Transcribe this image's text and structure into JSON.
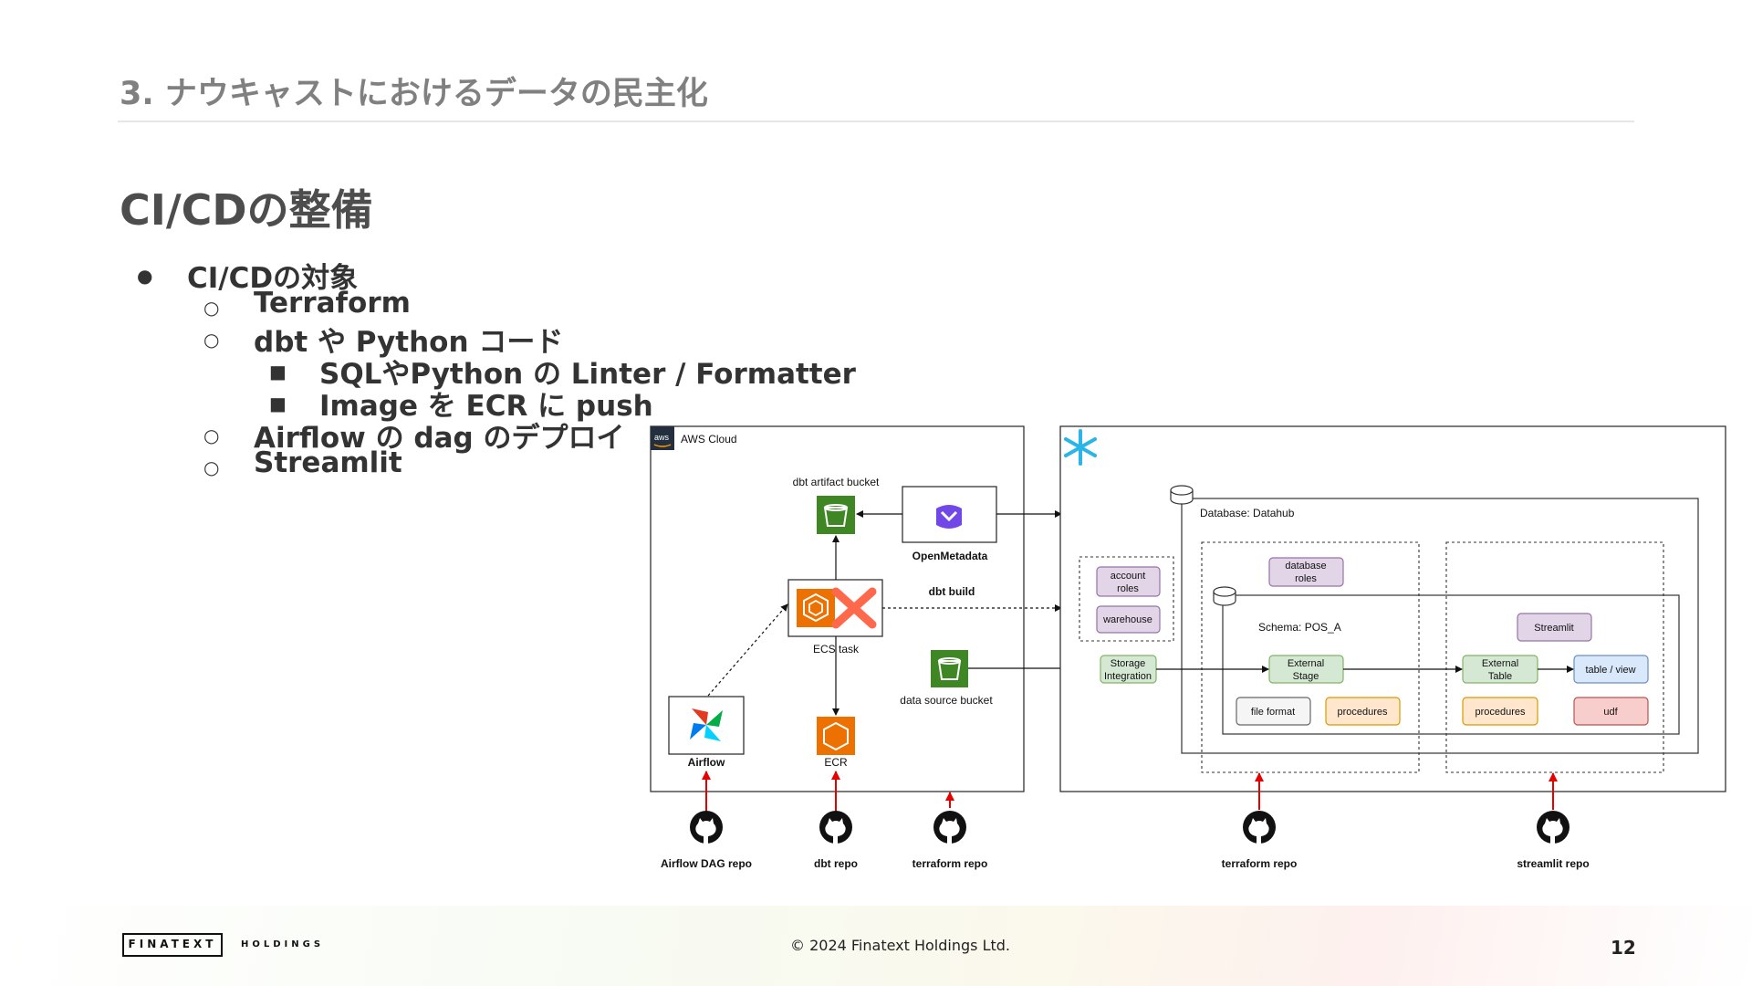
{
  "header": {
    "section_title": "3. ナウキャストにおけるデータの民主化",
    "slide_title": "CI/CDの整備"
  },
  "bullets": [
    {
      "level": 1,
      "text": "CI/CDの対象"
    },
    {
      "level": 2,
      "text": "Terraform"
    },
    {
      "level": 2,
      "text": "dbt や Python コード"
    },
    {
      "level": 3,
      "text": "SQLやPython の Linter / Formatter"
    },
    {
      "level": 3,
      "text": "Image を ECR に push"
    },
    {
      "level": 2,
      "text": "Airflow の dag のデプロイ"
    },
    {
      "level": 2,
      "text": "Streamlit"
    }
  ],
  "diagram": {
    "aws": {
      "cloud_label": "AWS Cloud",
      "aws_badge": "aws",
      "dbt_artifact_bucket": "dbt artifact bucket",
      "openmetadata": "OpenMetadata",
      "dbt_build": "dbt build",
      "ecs_task": "ECS task",
      "data_source_bucket": "data source bucket",
      "airflow": "Airflow",
      "ecr": "ECR"
    },
    "snowflake": {
      "database_label": "Database: Datahub",
      "schema_label": "Schema: POS_A",
      "account_roles": [
        "account",
        "roles"
      ],
      "warehouse": "warehouse",
      "storage_integration": [
        "Storage",
        "Integration"
      ],
      "database_roles": [
        "database",
        "roles"
      ],
      "external_stage": [
        "External",
        "Stage"
      ],
      "file_format": "file format",
      "procedures": "procedures",
      "streamlit": "Streamlit",
      "external_table": [
        "External",
        "Table"
      ],
      "table_view": "table / view",
      "udf": "udf"
    },
    "repos": {
      "airflow_dag": "Airflow DAG repo",
      "dbt": "dbt repo",
      "terraform_aws": "terraform repo",
      "terraform_snowflake": "terraform repo",
      "streamlit": "streamlit repo"
    },
    "colors": {
      "purple_fill": "#e1d5e7",
      "purple_stroke": "#9673a6",
      "green_fill": "#d5e8d4",
      "green_stroke": "#82b366",
      "orange_fill": "#ffe6cc",
      "orange_stroke": "#d79b00",
      "blue_fill": "#dae8fc",
      "blue_stroke": "#6c8ebf",
      "red_fill": "#f8cecc",
      "red_stroke": "#b85450",
      "grey_fill": "#f5f5f5",
      "grey_stroke": "#666666",
      "repo_arrow": "#e60000",
      "s3_green": "#3f8624",
      "aws_orange": "#ed7100",
      "snowflake_blue": "#29b5e8"
    }
  },
  "footer": {
    "logo": "FINATEXT",
    "logo_sub": "HOLDINGS",
    "copyright": "© 2024 Finatext Holdings Ltd.",
    "page_number": "12"
  }
}
